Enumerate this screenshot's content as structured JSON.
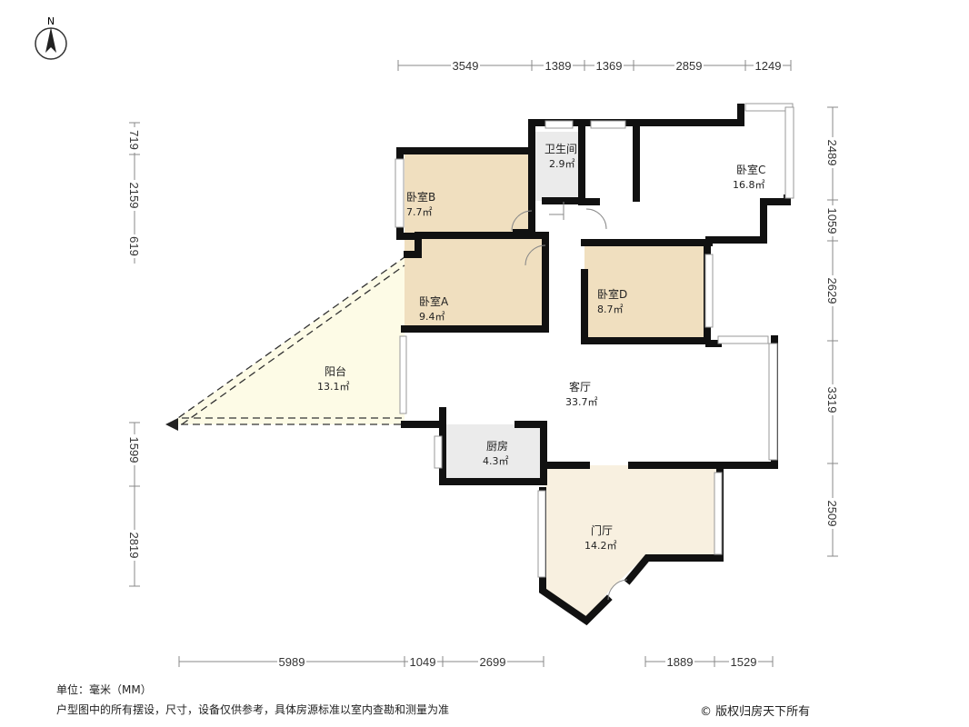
{
  "compass": {
    "label": "N"
  },
  "rooms": {
    "bedroom_b": {
      "name": "卧室B",
      "area": "7.7㎡"
    },
    "bathroom": {
      "name": "卫生间",
      "area": "2.9㎡"
    },
    "bedroom_c": {
      "name": "卧室C",
      "area": "16.8㎡"
    },
    "bedroom_a": {
      "name": "卧室A",
      "area": "9.4㎡"
    },
    "bedroom_d": {
      "name": "卧室D",
      "area": "8.7㎡"
    },
    "balcony": {
      "name": "阳台",
      "area": "13.1㎡"
    },
    "living": {
      "name": "客厅",
      "area": "33.7㎡"
    },
    "kitchen": {
      "name": "厨房",
      "area": "4.3㎡"
    },
    "foyer": {
      "name": "门厅",
      "area": "14.2㎡"
    }
  },
  "dimensions": {
    "top": [
      "3549",
      "1389",
      "1369",
      "2859",
      "1249"
    ],
    "bottom_left": [
      "5989",
      "1049",
      "2699"
    ],
    "bottom_right": [
      "1889",
      "1529"
    ],
    "left_top": [
      "719",
      "2159",
      "619"
    ],
    "left_bottom": [
      "1599",
      "2819"
    ],
    "right": [
      "2489",
      "1059",
      "2629",
      "3319",
      "2509"
    ]
  },
  "footer": {
    "unit": "单位：毫米（MM）",
    "disclaimer": "户型图中的所有摆设，尺寸，设备仅供参考，具体房源标准以室内查勘和测量为准",
    "copyright": "© 版权归房天下所有"
  },
  "colors": {
    "bedroom": "#f0dfbf",
    "wet": "#ebebeb",
    "foyer": "#f8f0e0",
    "balcony": "#fdfbe6",
    "wall": "#111111"
  }
}
